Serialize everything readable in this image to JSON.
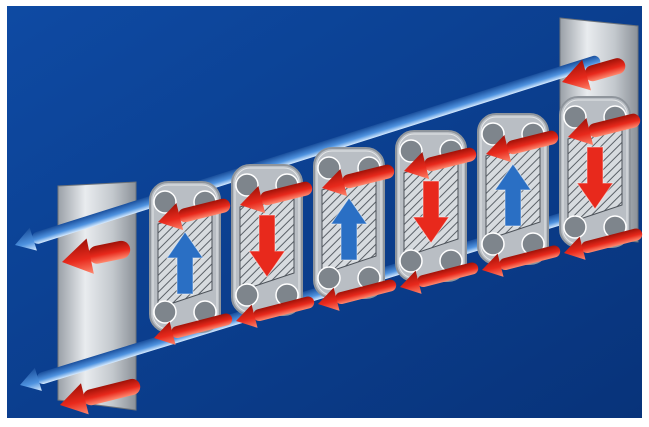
{
  "diagram": {
    "plates": [
      {
        "flow": "up"
      },
      {
        "flow": "down"
      },
      {
        "flow": "up"
      },
      {
        "flow": "down"
      },
      {
        "flow": "up"
      },
      {
        "flow": "down"
      }
    ],
    "colors": {
      "background": "#0b3d8e",
      "hot_fluid": "#e8291c",
      "cold_fluid": "#2a6fc4",
      "plate_metal": "#b9bec4",
      "plate_frame": "#8f959c",
      "border": "#ffffff"
    },
    "icons": {
      "hot_arrow": "red-flow-arrow-icon",
      "cold_arrow": "blue-flow-arrow-icon"
    }
  }
}
